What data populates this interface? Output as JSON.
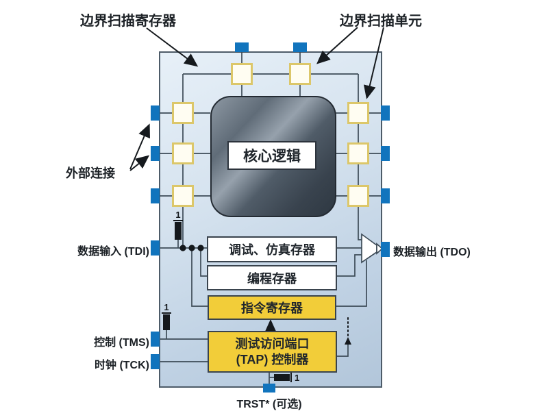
{
  "labels": {
    "boundary_scan_register": "边界扫描寄存器",
    "boundary_scan_cell": "边界扫描单元",
    "external_connection": "外部连接",
    "data_input_tdi": "数据输入 (TDI)",
    "data_output_tdo": "数据输出 (TDO)",
    "control_tms": "控制 (TMS)",
    "clock_tck": "时钟 (TCK)",
    "trst_optional": "TRST* (可选)"
  },
  "blocks": {
    "core_logic": "核心逻辑",
    "debug_emulation_register": "调试、仿真存器",
    "programming_register": "编程存器",
    "instruction_register": "指令寄存器",
    "tap_controller_line1": "测试访问端口",
    "tap_controller_line2": "(TAP) 控制器"
  },
  "pullup_labels": {
    "tdi": "1",
    "tms": "1",
    "trst": "1"
  },
  "colors": {
    "pin_blue": "#1174bd",
    "cell_border_gold": "#dcc76a",
    "block_yellow": "#f2cd39",
    "chip_fill_light": "#e7f0f8",
    "chip_fill_dark": "#b2c6da",
    "wire_gray": "#3d4b57",
    "arrow_black": "#15191d",
    "core_dark": "#2e3842",
    "core_light": "#96a1ac"
  }
}
